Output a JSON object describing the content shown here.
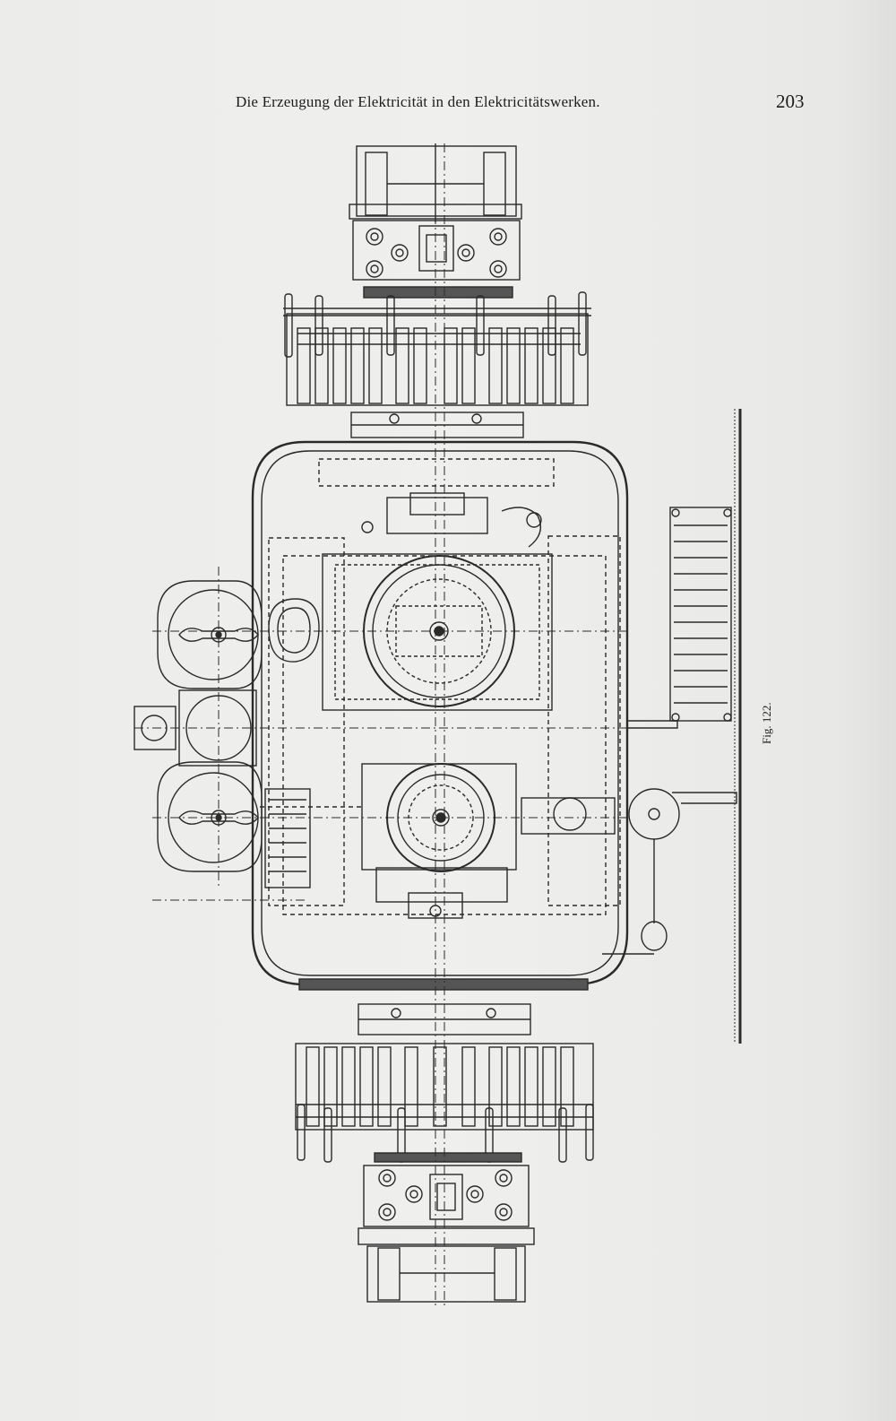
{
  "header": {
    "running_title": "Die Erzeugung der Elektricität in den Elektricitätswerken.",
    "page_number": "203"
  },
  "figure": {
    "label": "Fig. 122."
  }
}
